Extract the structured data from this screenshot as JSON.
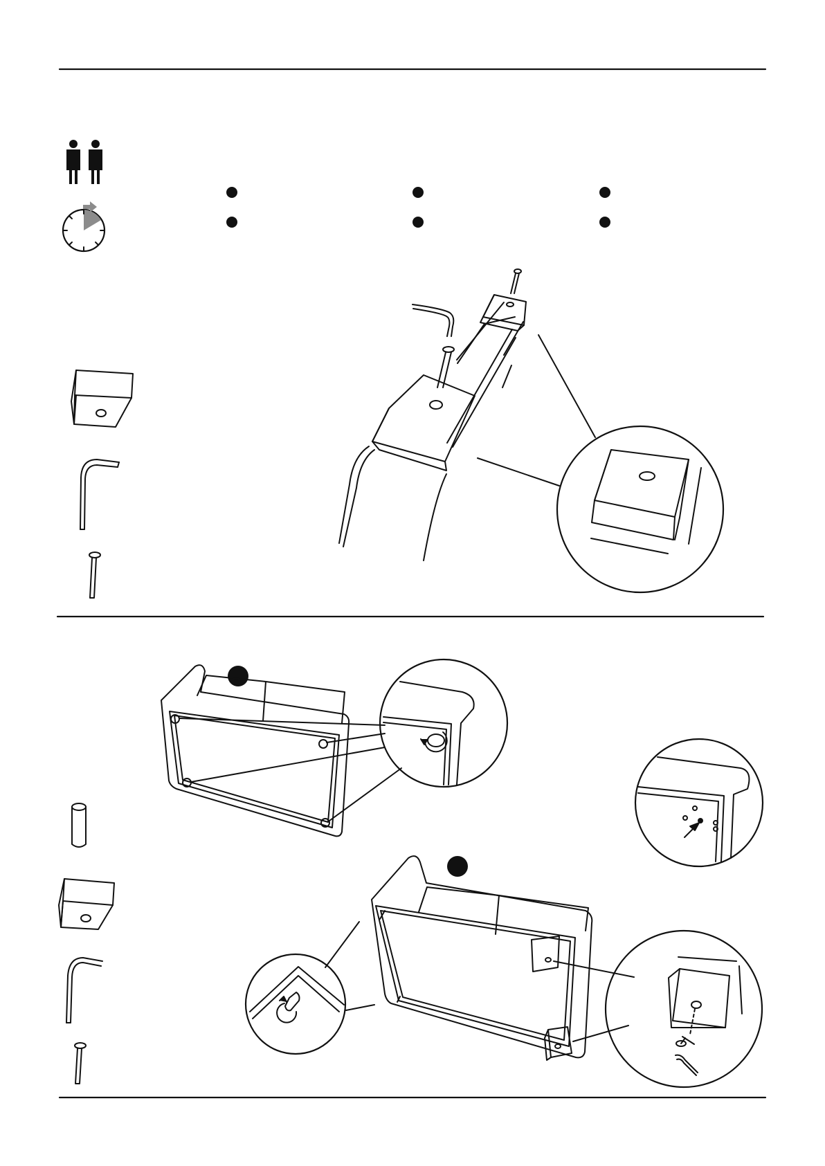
{
  "colors": {
    "ink": "#111111",
    "paper": "#ffffff",
    "timer_wedge": "#8c8c8c"
  },
  "header": {
    "icons": [
      "two-persons-icon",
      "timer-icon"
    ],
    "bullet_rows": 2,
    "bullet_columns": 3
  },
  "step_1": {
    "parts": [
      "block-foot-icon",
      "allen-key-icon",
      "bolt-icon"
    ]
  },
  "step_2": {
    "parts": [
      "dowel-icon",
      "block-foot-icon",
      "allen-key-icon",
      "bolt-icon"
    ],
    "sub_step_markers": 2
  }
}
